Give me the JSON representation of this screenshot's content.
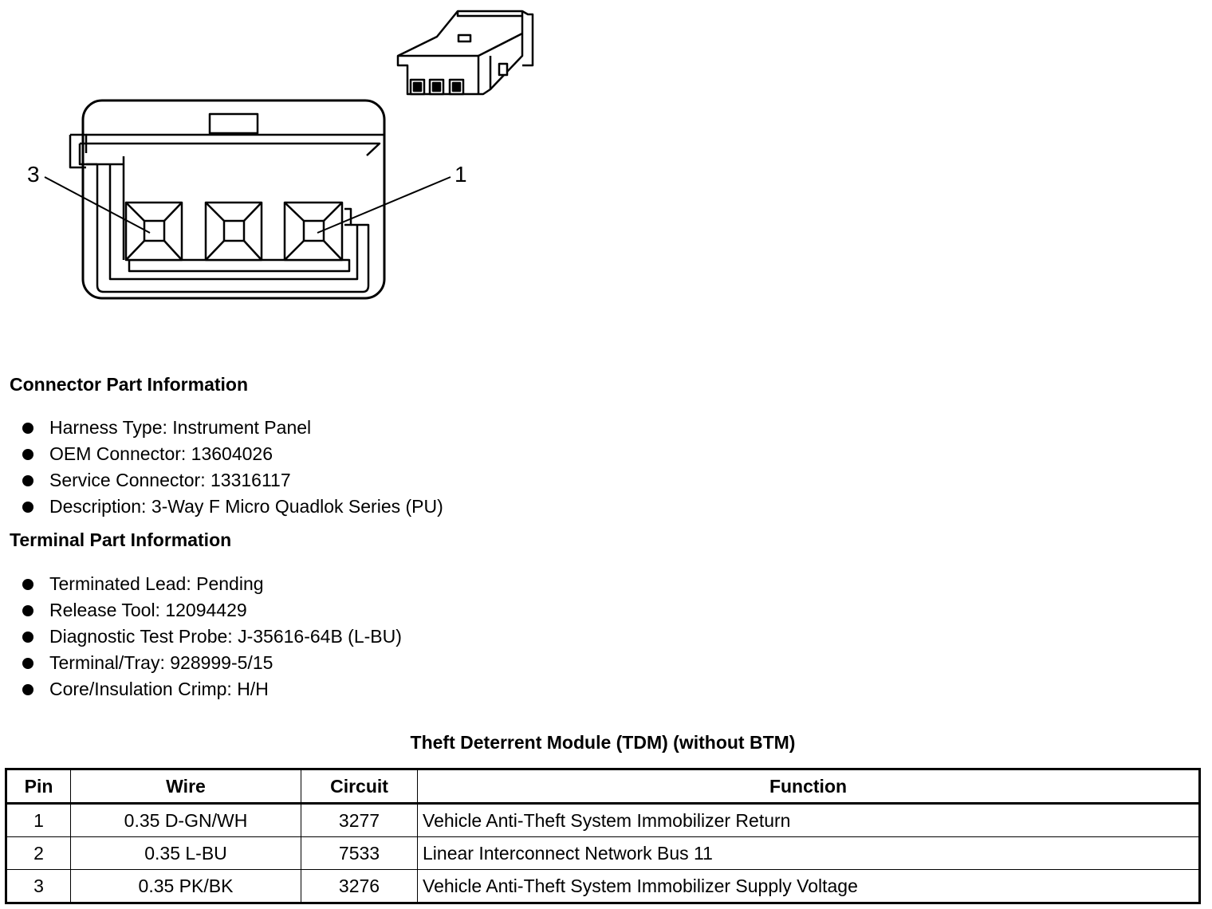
{
  "diagram": {
    "pin_label_left": "3",
    "pin_label_right": "1"
  },
  "connector_info": {
    "heading": "Connector Part Information",
    "items": [
      "Harness Type: Instrument Panel",
      "OEM Connector: 13604026",
      "Service Connector: 13316117",
      "Description: 3-Way F Micro Quadlok Series (PU)"
    ]
  },
  "terminal_info": {
    "heading": "Terminal Part Information",
    "items": [
      "Terminated Lead: Pending",
      "Release Tool: 12094429",
      "Diagnostic Test Probe: J-35616-64B (L-BU)",
      "Terminal/Tray: 928999-5/15",
      "Core/Insulation Crimp: H/H"
    ]
  },
  "pin_table": {
    "title": "Theft Deterrent Module (TDM) (without BTM)",
    "headers": [
      "Pin",
      "Wire",
      "Circuit",
      "Function"
    ],
    "rows": [
      [
        "1",
        "0.35 D-GN/WH",
        "3277",
        "Vehicle Anti-Theft System Immobilizer Return"
      ],
      [
        "2",
        "0.35 L-BU",
        "7533",
        "Linear Interconnect Network Bus 11"
      ],
      [
        "3",
        "0.35 PK/BK",
        "3276",
        "Vehicle Anti-Theft System Immobilizer Supply Voltage"
      ]
    ]
  }
}
